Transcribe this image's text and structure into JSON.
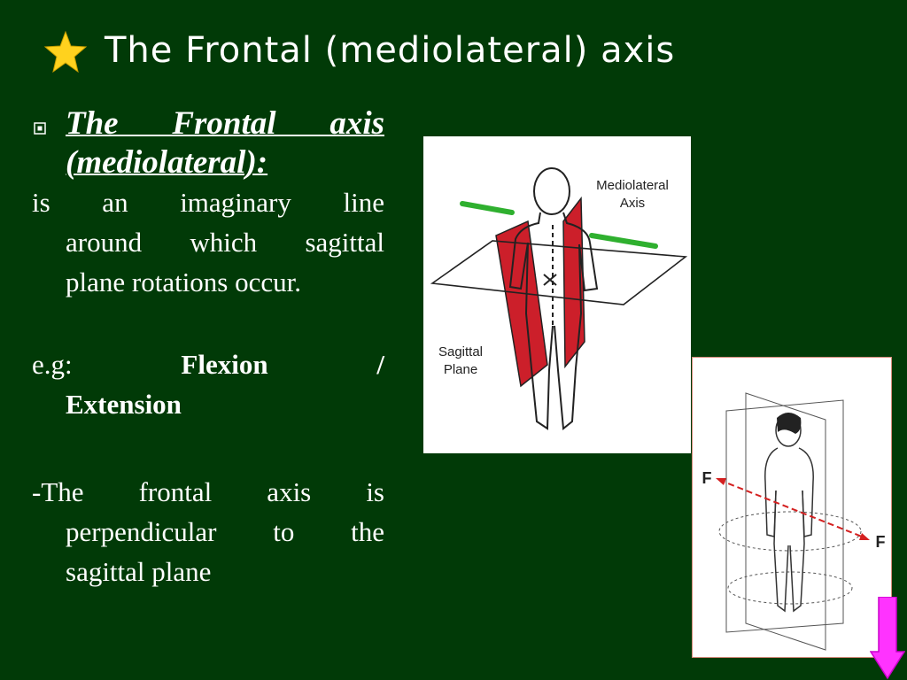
{
  "slide": {
    "title": "The Frontal (mediolateral) axis",
    "heading_line1": "The Frontal axis",
    "heading_line2": "(mediolateral):",
    "definition_line1": " is an imaginary line",
    "definition_line2": "around which sagittal",
    "definition_line3": "plane rotations occur.",
    "example_prefix": "e.g:",
    "example_part1": "Flexion",
    "example_slash": "/",
    "example_part2": "Extension",
    "perp_line1": "-The frontal axis is",
    "perp_line2": "perpendicular to the",
    "perp_line3": "sagittal plane"
  },
  "figure1": {
    "axis_label_line1": "Mediolateral",
    "axis_label_line2": "Axis",
    "plane_label_line1": "Sagittal",
    "plane_label_line2": "Plane"
  },
  "figure2": {
    "left_label": "F",
    "right_label": "F"
  },
  "colors": {
    "background": "#013a07",
    "star": "#ffd21e",
    "sagittal_plane": "#cc1f2a",
    "axis_line": "#2fb02f",
    "frontal_axis": "#d42020",
    "nav_arrow": "#ff33ff"
  },
  "icons": {
    "title_icon": "star-icon",
    "bullet_icon": "square-bullet-icon",
    "nav_icon": "down-arrow-icon"
  }
}
